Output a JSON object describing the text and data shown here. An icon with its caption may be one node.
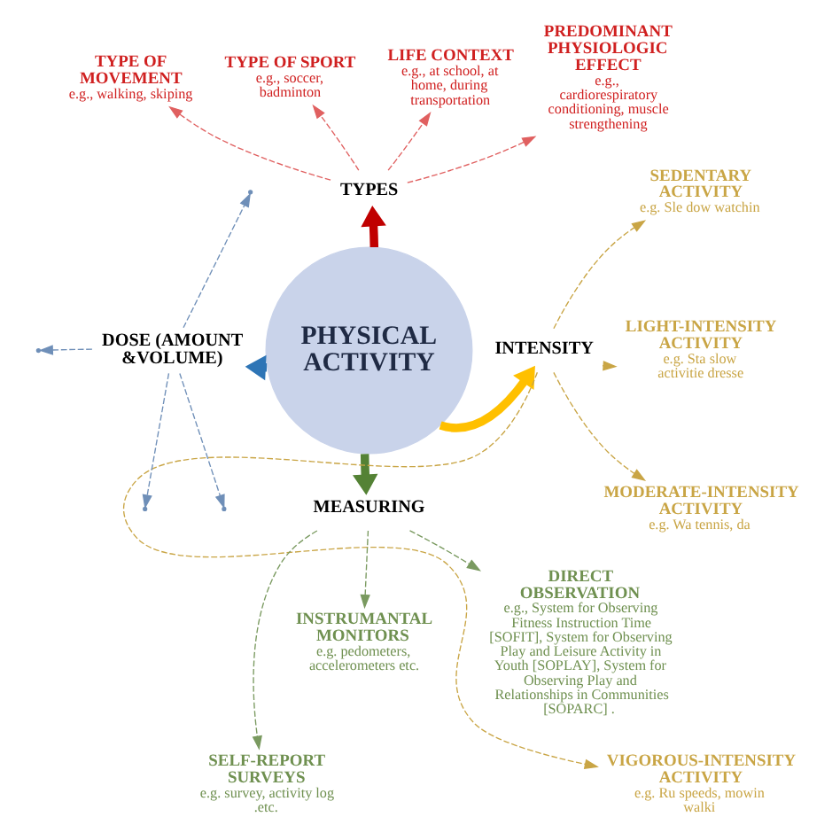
{
  "diagram": {
    "nodes": [
      {
        "text": [
          "PHYSICAL ACTIVITY"
        ]
      },
      {
        "text": [
          "TYPES"
        ]
      },
      {
        "text": [
          "INTENSITY"
        ]
      },
      {
        "text": [
          "MEASURING"
        ]
      },
      {
        "text": [
          "DOSE (AMOUNT &VOLUME)"
        ]
      },
      {
        "text": [
          "TYPE OF MOVEMENT"
        ],
        "beside": [
          "e.g., walking, skiping"
        ]
      },
      {
        "text": [
          "TYPE OF SPORT"
        ],
        "beside": [
          "e.g., soccer, badminton"
        ]
      },
      {
        "text": [
          "LIFE CONTEXT"
        ],
        "beside": [
          "e.g., at school, at home, during transportation"
        ]
      },
      {
        "text": [
          "PREDOMINANT PHYSIOLOGIC EFFECT"
        ],
        "beside": [
          "e.g., cardiorespiratory conditioning, muscle strengthening"
        ]
      },
      {
        "text": [
          "SEDENTARY ACTIVITY"
        ],
        "beside": [
          "e.g. Sle dow watchin"
        ]
      },
      {
        "text": [
          "LIGHT-INTENSITY ACTIVITY"
        ],
        "beside": [
          "e.g. Sta slow activitie dresse"
        ]
      },
      {
        "text": [
          "MODERATE-INTENSITY ACTIVITY"
        ],
        "beside": [
          "e.g. Wa tennis, da"
        ]
      },
      {
        "text": [
          "VIGOROUS-INTENSITY ACTIVITY"
        ],
        "beside": [
          "e.g. Ru speeds, mowin walki"
        ]
      },
      {
        "text": [
          "SELF-REPORT SURVEYS",
          "e.g. survey, activity log .etc."
        ]
      },
      {
        "text": [
          "INSTRUMANTAL MONITORS",
          "e.g. pedometers, accelerometers etc."
        ]
      },
      {
        "text": [
          "DIRECT OBSERVATION",
          "e.g., System for Observing Fitness Instruction Time [SOFIT], System for Observing Play and Leisure Activity in Youth [SOPLAY], System for Observing Play and Relationships in Communities [SOPARC] ."
        ]
      }
    ],
    "edges": [
      {
        "from": 0,
        "to": 1,
        "arrow": "to",
        "style": "thick",
        "color": "#c00000"
      },
      {
        "from": 0,
        "to": 2,
        "arrow": "to",
        "style": "thick",
        "color": "#ffc000"
      },
      {
        "from": 0,
        "to": 3,
        "arrow": "to",
        "style": "thick",
        "color": "#548235"
      },
      {
        "from": 0,
        "to": 4,
        "arrow": "to",
        "style": "thick",
        "color": "#2e75b6"
      },
      {
        "from": 1,
        "to": 5,
        "arrow": "to",
        "style": "dashed",
        "color": "#e06060"
      },
      {
        "from": 1,
        "to": 6,
        "arrow": "to",
        "style": "dashed",
        "color": "#e06060"
      },
      {
        "from": 1,
        "to": 7,
        "arrow": "to",
        "style": "dashed",
        "color": "#e06060"
      },
      {
        "from": 1,
        "to": 8,
        "arrow": "to",
        "style": "dashed",
        "color": "#e06060"
      },
      {
        "from": 2,
        "to": 9,
        "arrow": "to",
        "style": "dashed",
        "color": "#c9a545"
      },
      {
        "from": 2,
        "to": 10,
        "arrow": "to",
        "style": "dashed",
        "color": "#c9a545"
      },
      {
        "from": 2,
        "to": 11,
        "arrow": "to",
        "style": "dashed",
        "color": "#c9a545"
      },
      {
        "from": 2,
        "to": 12,
        "arrow": "to",
        "style": "dashed",
        "color": "#c9a545"
      },
      {
        "from": 3,
        "to": 13,
        "arrow": "to",
        "style": "dashed",
        "color": "#7a9a60"
      },
      {
        "from": 3,
        "to": 14,
        "arrow": "to",
        "style": "dashed",
        "color": "#7a9a60"
      },
      {
        "from": 3,
        "to": 15,
        "arrow": "to",
        "style": "dashed",
        "color": "#7a9a60"
      },
      {
        "from": 4,
        "to": null,
        "arrow": "to",
        "style": "dashed",
        "color": "#6f8fb8"
      },
      {
        "from": 4,
        "to": null,
        "arrow": "to",
        "style": "dashed",
        "color": "#6f8fb8"
      },
      {
        "from": 4,
        "to": null,
        "arrow": "to",
        "style": "dashed",
        "color": "#6f8fb8"
      },
      {
        "from": 4,
        "to": null,
        "arrow": "to",
        "style": "dashed",
        "color": "#6f8fb8"
      }
    ]
  }
}
